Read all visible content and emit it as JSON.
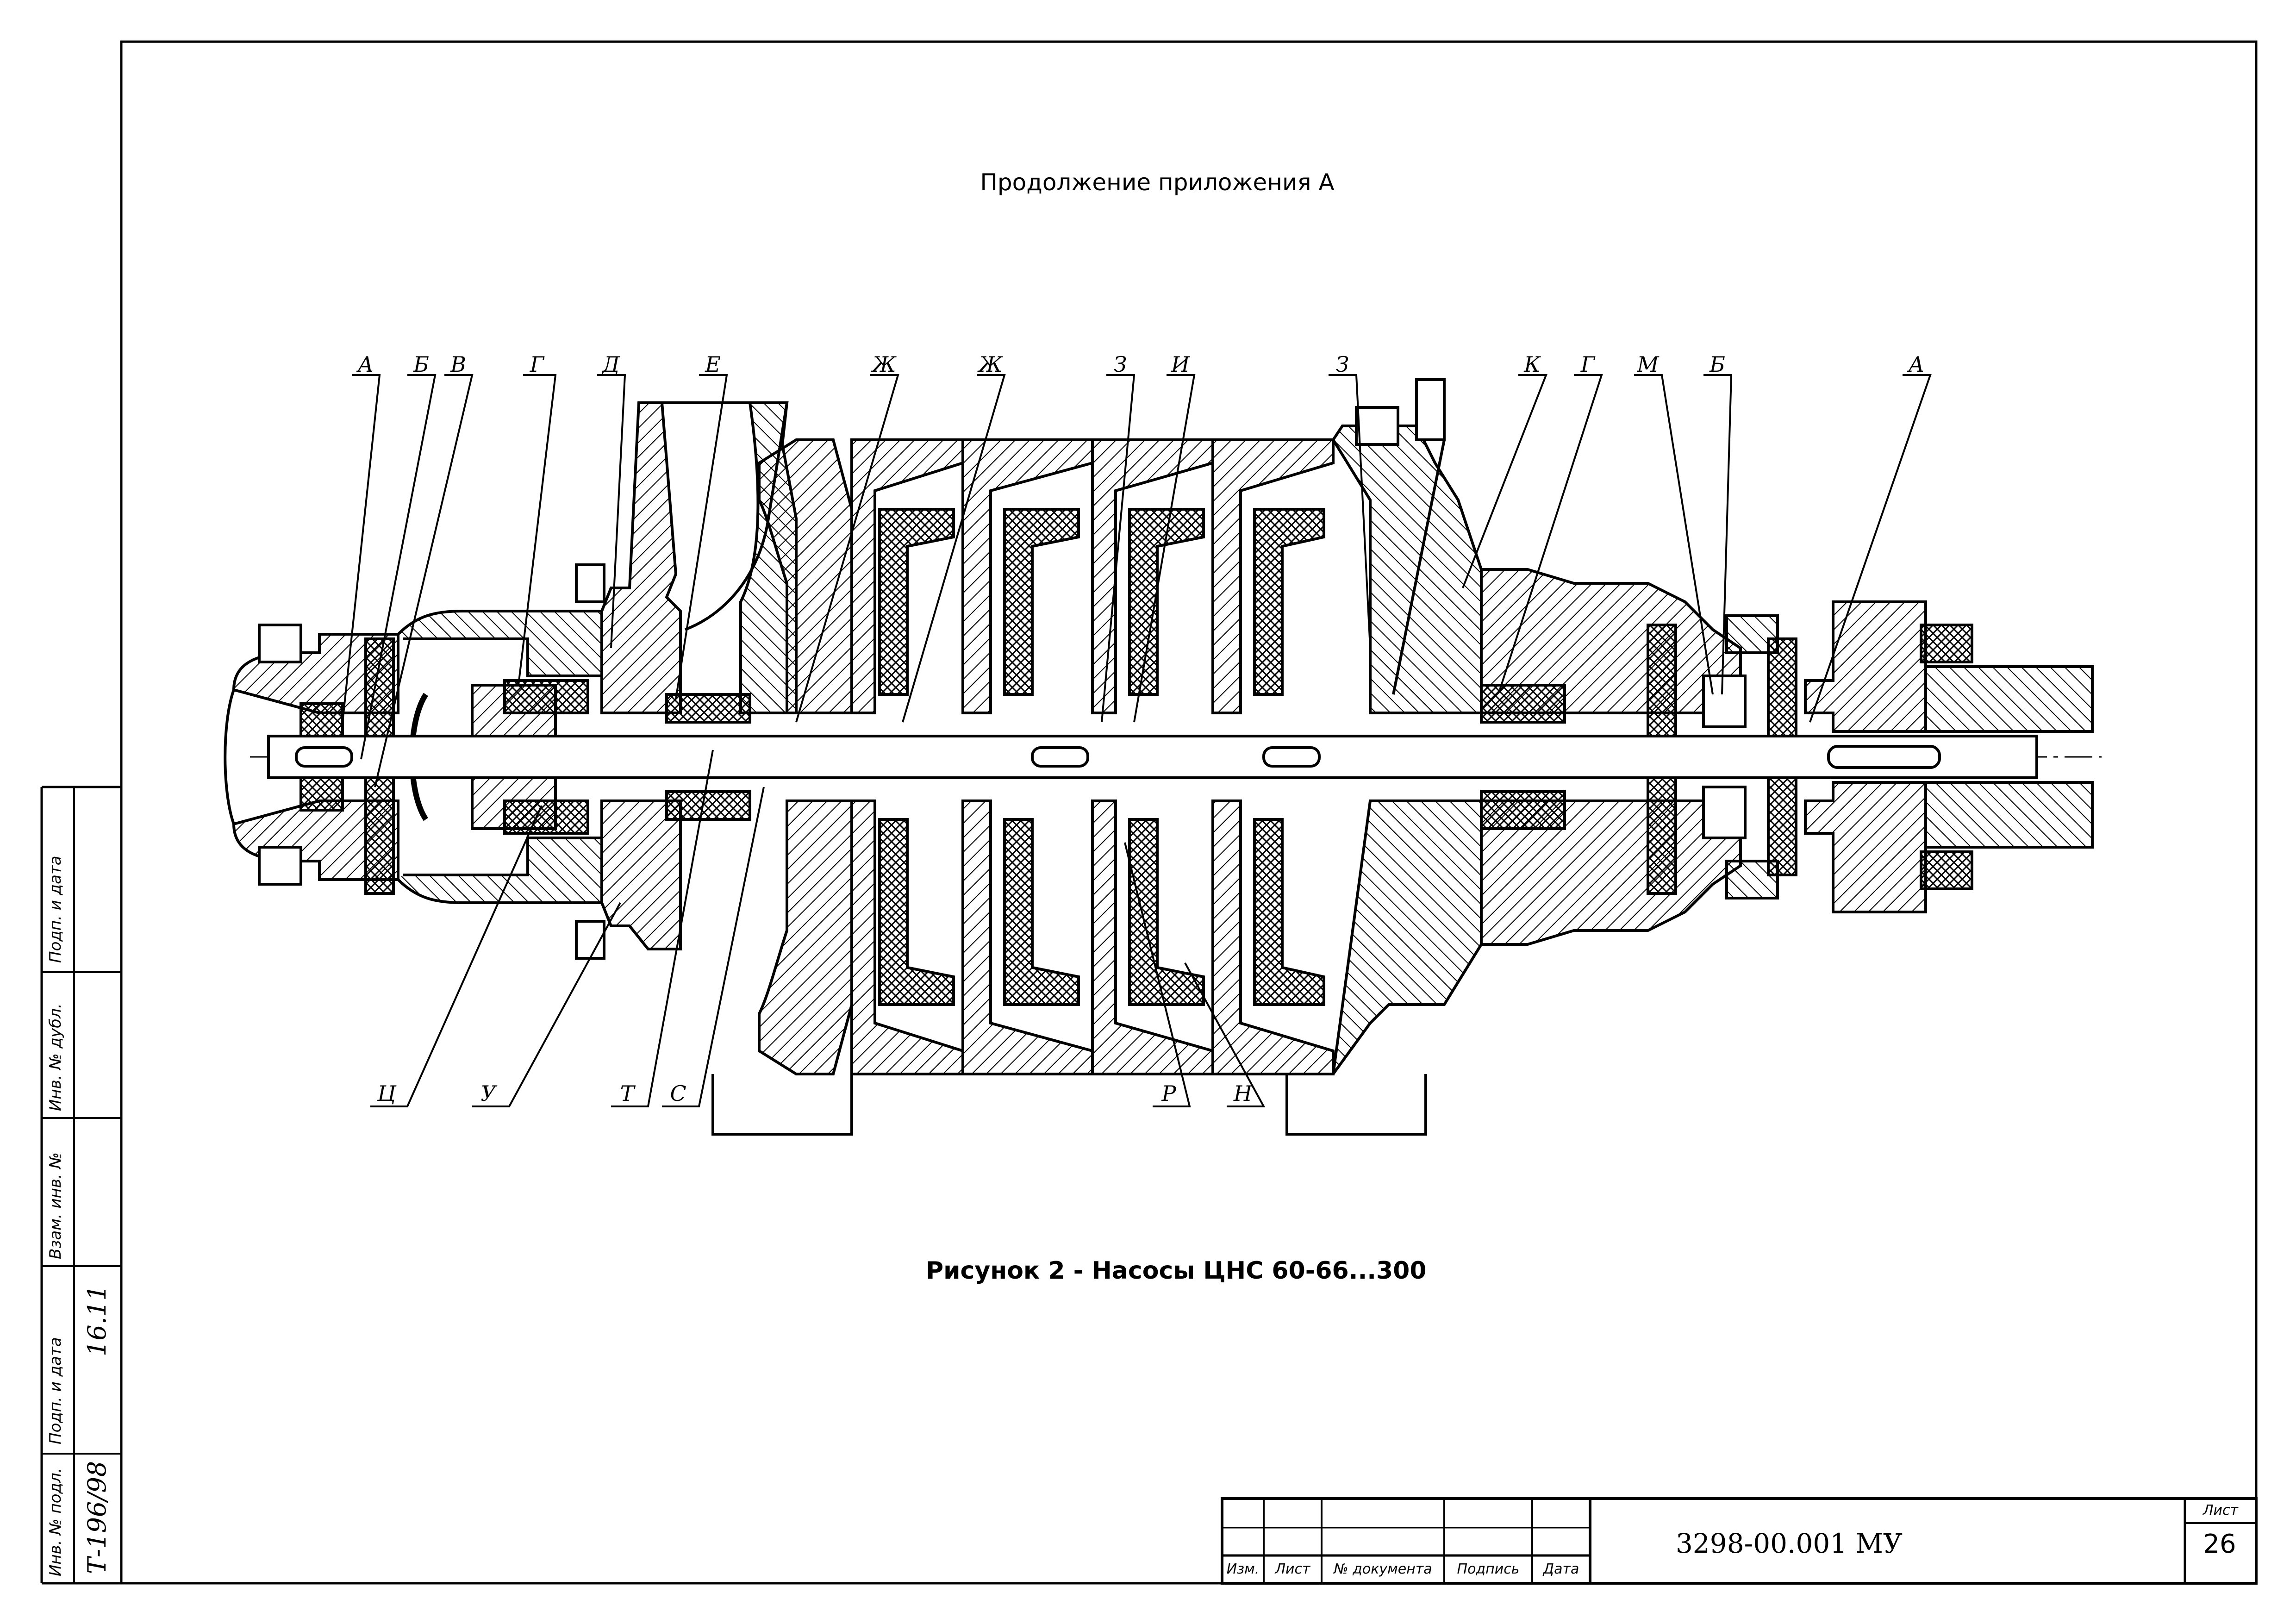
{
  "heading": "Продолжение приложения А",
  "caption": "Рисунок 2 - Насосы ЦНС 60-66...300",
  "top_labels": [
    "А",
    "Б",
    "В",
    "Г",
    "Д",
    "Е",
    "Ж",
    "Ж",
    "З",
    "И",
    "З",
    "К",
    "Г",
    "М",
    "Б",
    "А"
  ],
  "bottom_labels": [
    "Ц",
    "У",
    "Т",
    "С",
    "Р",
    "Н"
  ],
  "side_stamp": {
    "labels": [
      "Инв. № подл.",
      "Подп. и дата",
      "Взам. инв. №",
      "Инв. № дубл.",
      "Подп. и дата"
    ],
    "inv_value": "Т-196/98",
    "sign_value": "16.11"
  },
  "title_block": {
    "columns": [
      "Изм.",
      "Лист",
      "№ документа",
      "Подпись",
      "Дата"
    ],
    "doc_number": "3298-00.001 МУ",
    "sheet_label": "Лист",
    "sheet_number": "26"
  }
}
